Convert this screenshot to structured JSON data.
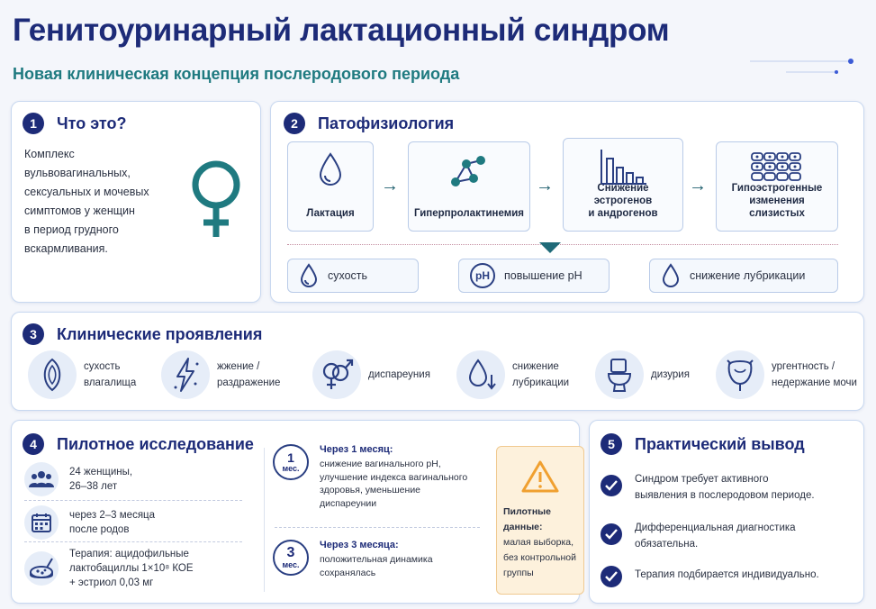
{
  "header": {
    "title": "Генитоуринарный лактационный синдром",
    "subtitle": "Новая клиническая концепция послеродового периода"
  },
  "colors": {
    "navy": "#1d2b78",
    "teal": "#1f7a80",
    "warning": "#f0a030"
  },
  "section1": {
    "number": "1",
    "title": "Что это?",
    "lines": [
      "Комплекс",
      "вульвовагинальных,",
      "сексуальных и мочевых",
      "симптомов у женщин",
      "в период грудного",
      "вскармливания."
    ],
    "icon": "female-symbol-icon"
  },
  "section2": {
    "number": "2",
    "title": "Патофизиология",
    "steps": [
      {
        "label": "Лактация",
        "icon": "drop-icon"
      },
      {
        "label": "Гиперпролактинемия",
        "icon": "molecule-icon"
      },
      {
        "label_lines": [
          "Снижение",
          "эстрогенов",
          "и андрогенов"
        ],
        "icon": "declining-bars-icon"
      },
      {
        "label_lines": [
          "Гипоэстрогенные",
          "изменения",
          "слизистых"
        ],
        "icon": "cells-icon"
      }
    ],
    "effects": [
      {
        "label": "сухость",
        "icon": "drop-icon"
      },
      {
        "label": "повышение pH",
        "badge": "pH",
        "icon": "ph-icon"
      },
      {
        "label": "снижение лубрикации",
        "icon": "drop-icon"
      }
    ]
  },
  "section3": {
    "number": "3",
    "title": "Клинические проявления",
    "items": [
      {
        "lines": [
          "сухость",
          "влагалища"
        ],
        "icon": "vulva-icon"
      },
      {
        "lines": [
          "жжение /",
          "раздражение"
        ],
        "icon": "lightning-icon"
      },
      {
        "lines": [
          "диспареуния"
        ],
        "icon": "gender-symbols-icon"
      },
      {
        "lines": [
          "снижение",
          "лубрикации"
        ],
        "icon": "drop-down-icon"
      },
      {
        "lines": [
          "дизурия"
        ],
        "icon": "toilet-icon"
      },
      {
        "lines": [
          "ургентность /",
          "недержание мочи"
        ],
        "icon": "bladder-icon"
      }
    ]
  },
  "section4": {
    "number": "4",
    "title": "Пилотное исследование",
    "facts": [
      {
        "lines": [
          "24 женщины,",
          "26–38 лет"
        ],
        "icon": "group-icon"
      },
      {
        "lines": [
          "через 2–3 месяца",
          "после родов"
        ],
        "icon": "calendar-icon"
      },
      {
        "lines": [
          "Терапия: ацидофильные",
          "лактобациллы 1×10⁸ КОЕ",
          "+ эстриол 0,03 мг"
        ],
        "icon": "petri-dish-icon"
      }
    ],
    "periods": [
      {
        "badge_num": "1",
        "badge_unit": "мес.",
        "head": "Через 1 месяц:",
        "lines": [
          "снижение вагинального pH,",
          "улучшение индекса вагинального",
          "здоровья, уменьшение",
          "диспареунии"
        ]
      },
      {
        "badge_num": "3",
        "badge_unit": "мес.",
        "head": "Через 3 месяца:",
        "lines": [
          "положительная динамика",
          "сохранялась"
        ]
      }
    ],
    "pilot": {
      "head": "Пилотные данные:",
      "lines": [
        "малая выборка,",
        "без контрольной",
        "группы"
      ],
      "icon": "warning-icon"
    }
  },
  "section5": {
    "number": "5",
    "title": "Практический вывод",
    "items": [
      {
        "lines": [
          "Синдром требует активного",
          "выявления в послеродовом периоде."
        ]
      },
      {
        "lines": [
          "Дифференциальная диагностика",
          "обязательна."
        ]
      },
      {
        "lines": [
          "Терапия подбирается индивидуально."
        ]
      }
    ]
  }
}
